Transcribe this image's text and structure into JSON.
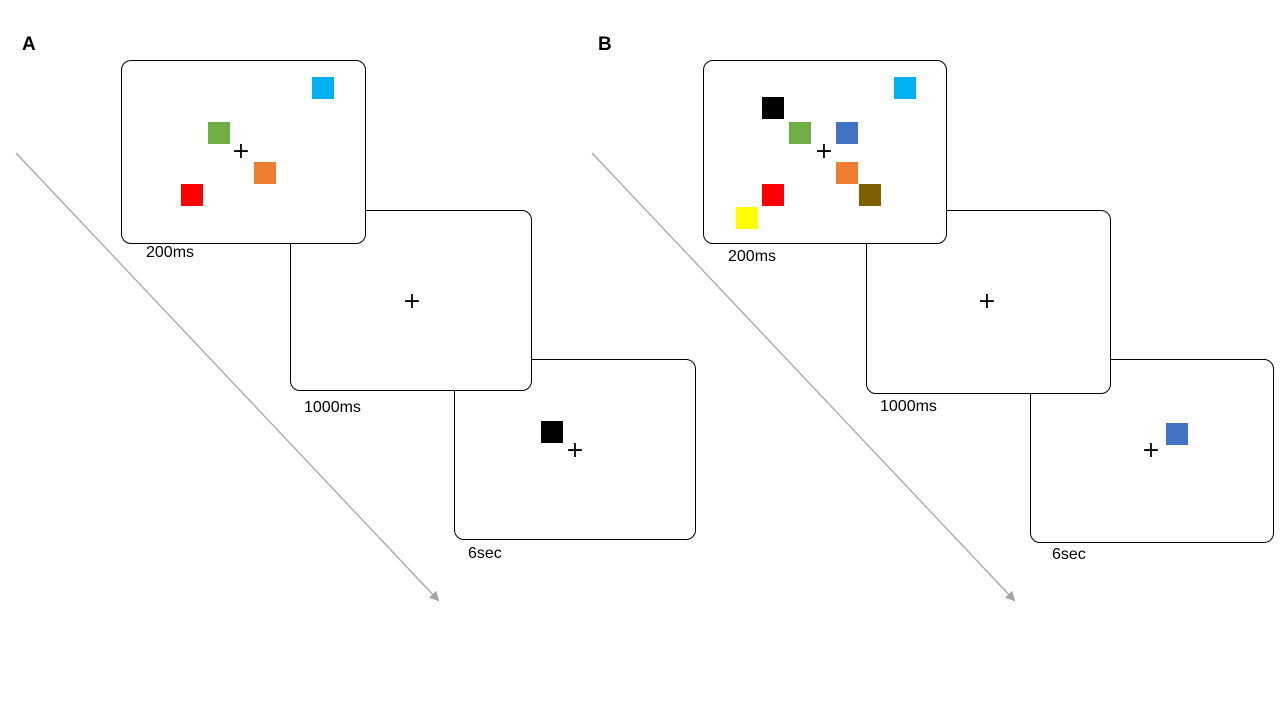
{
  "panels": {
    "A": {
      "label": "A",
      "durations": [
        "200ms",
        "1000ms",
        "6sec"
      ],
      "fixation": "+",
      "memory_items": [
        "#00b0f0",
        "#70ad47",
        "#ed7d31",
        "#ff0000"
      ],
      "probe_item": "#000000"
    },
    "B": {
      "label": "B",
      "durations": [
        "200ms",
        "1000ms",
        "6sec"
      ],
      "fixation": "+",
      "memory_items": [
        "#000000",
        "#00b0f0",
        "#70ad47",
        "#4472c4",
        "#ed7d31",
        "#7f6000",
        "#ff0000",
        "#ffff00"
      ],
      "probe_item": "#4472c4"
    }
  },
  "arrow_color": "#a6a6a6"
}
